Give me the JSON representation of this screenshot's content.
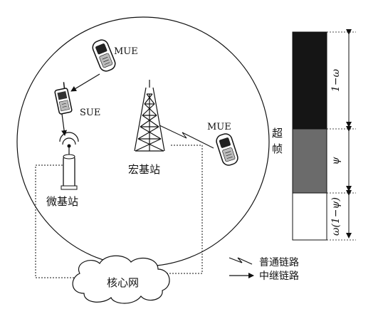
{
  "labels": {
    "mue_top": "MUE",
    "sue": "SUE",
    "mue_right": "MUE",
    "macro_bs": "宏基站",
    "micro_bs": "微基站",
    "core_net": "核心网",
    "superframe_1": "超",
    "superframe_2": "帧"
  },
  "superframe": {
    "segments": [
      {
        "label": "1−ω",
        "color": "#151515"
      },
      {
        "label": "ψ",
        "color": "#6b6b6b"
      },
      {
        "label": "ω(1−ψ)",
        "color": "#ffffff"
      }
    ]
  },
  "legend": {
    "normal_link": "普通链路",
    "relay_link": "中继链路"
  }
}
